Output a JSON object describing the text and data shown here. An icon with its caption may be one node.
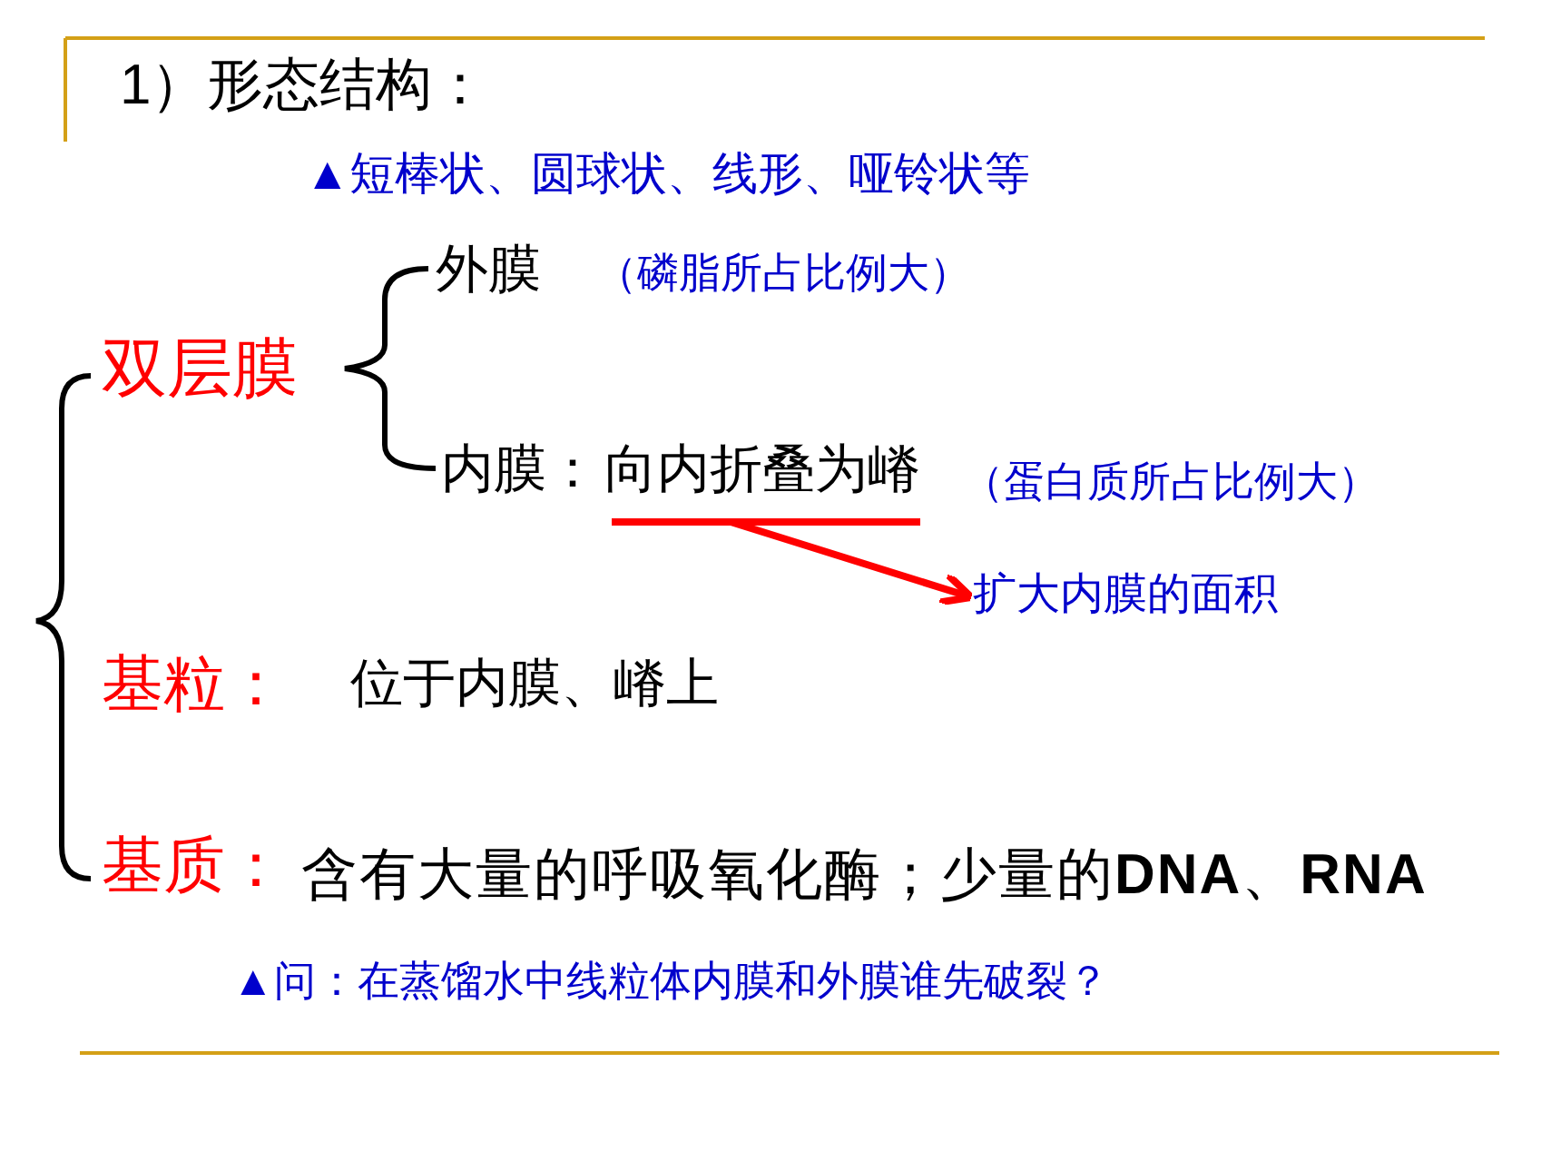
{
  "diagram": {
    "title": "1）形态结构：",
    "nodes": [
      {
        "text": [
          "双层膜"
        ]
      },
      {
        "text": [
          "外膜"
        ],
        "beside": [
          "（磷脂所占比例大）"
        ]
      },
      {
        "text": [
          "内膜："
        ]
      },
      {
        "text": [
          "向内折叠为嵴"
        ],
        "beside": [
          "（蛋白质所占比例大）"
        ]
      },
      {
        "text": [
          "扩大内膜的面积"
        ]
      },
      {
        "text": [
          "基粒："
        ]
      },
      {
        "text": [
          "位于内膜、嵴上"
        ]
      },
      {
        "text": [
          "基质："
        ]
      },
      {
        "text": [
          "含有大量的呼吸氧化酶；少量的**DNA**、**RNA**"
        ]
      }
    ],
    "edges": [
      {
        "from": 3,
        "to": 4,
        "arrow": "to",
        "color": "#ff0000"
      }
    ],
    "labels": [
      "▲短棒状、圆球状、线形、哑铃状等",
      "▲问：在蒸馏水中线粒体内膜和外膜谁先破裂？"
    ]
  }
}
